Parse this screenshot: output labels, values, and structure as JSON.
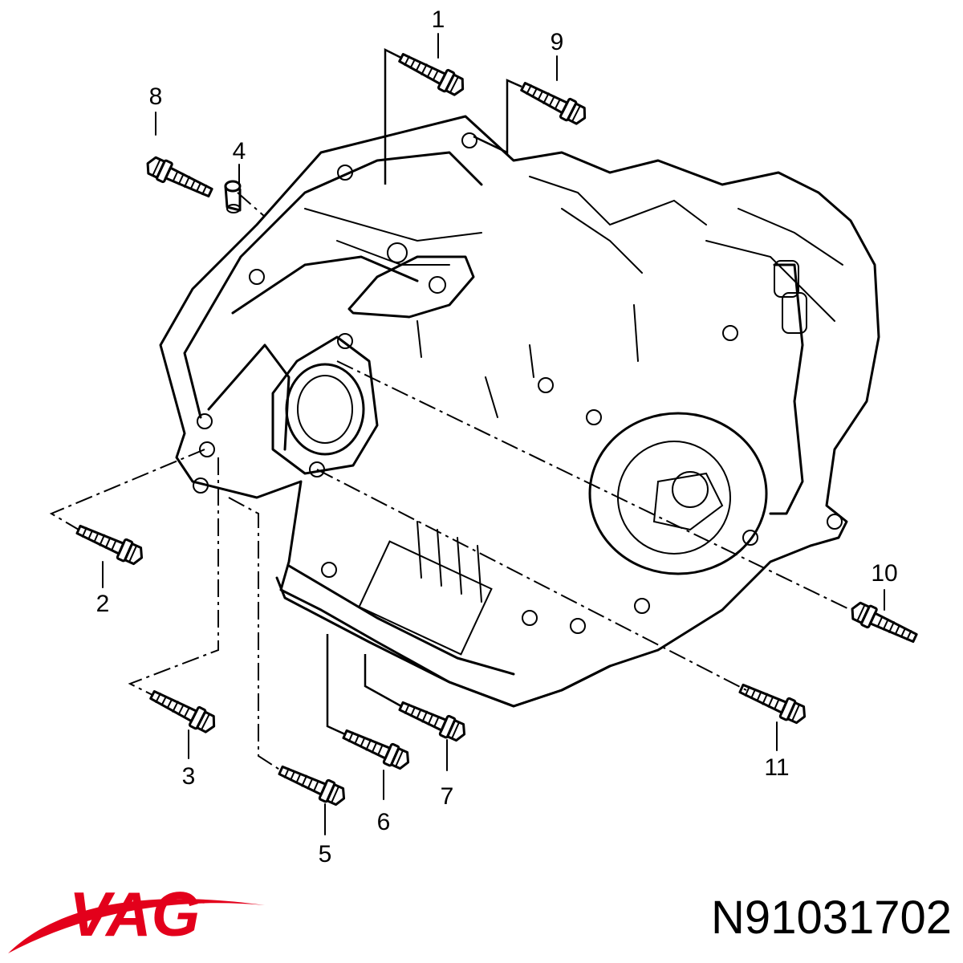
{
  "callouts": [
    {
      "id": "1",
      "label": "1"
    },
    {
      "id": "2",
      "label": "2"
    },
    {
      "id": "3",
      "label": "3"
    },
    {
      "id": "4",
      "label": "4"
    },
    {
      "id": "5",
      "label": "5"
    },
    {
      "id": "6",
      "label": "6"
    },
    {
      "id": "7",
      "label": "7"
    },
    {
      "id": "8",
      "label": "8"
    },
    {
      "id": "9",
      "label": "9"
    },
    {
      "id": "10",
      "label": "10"
    },
    {
      "id": "11",
      "label": "11"
    }
  ],
  "brand": {
    "name": "VAG",
    "color": "#e3001b"
  },
  "part_number": "N91031702"
}
